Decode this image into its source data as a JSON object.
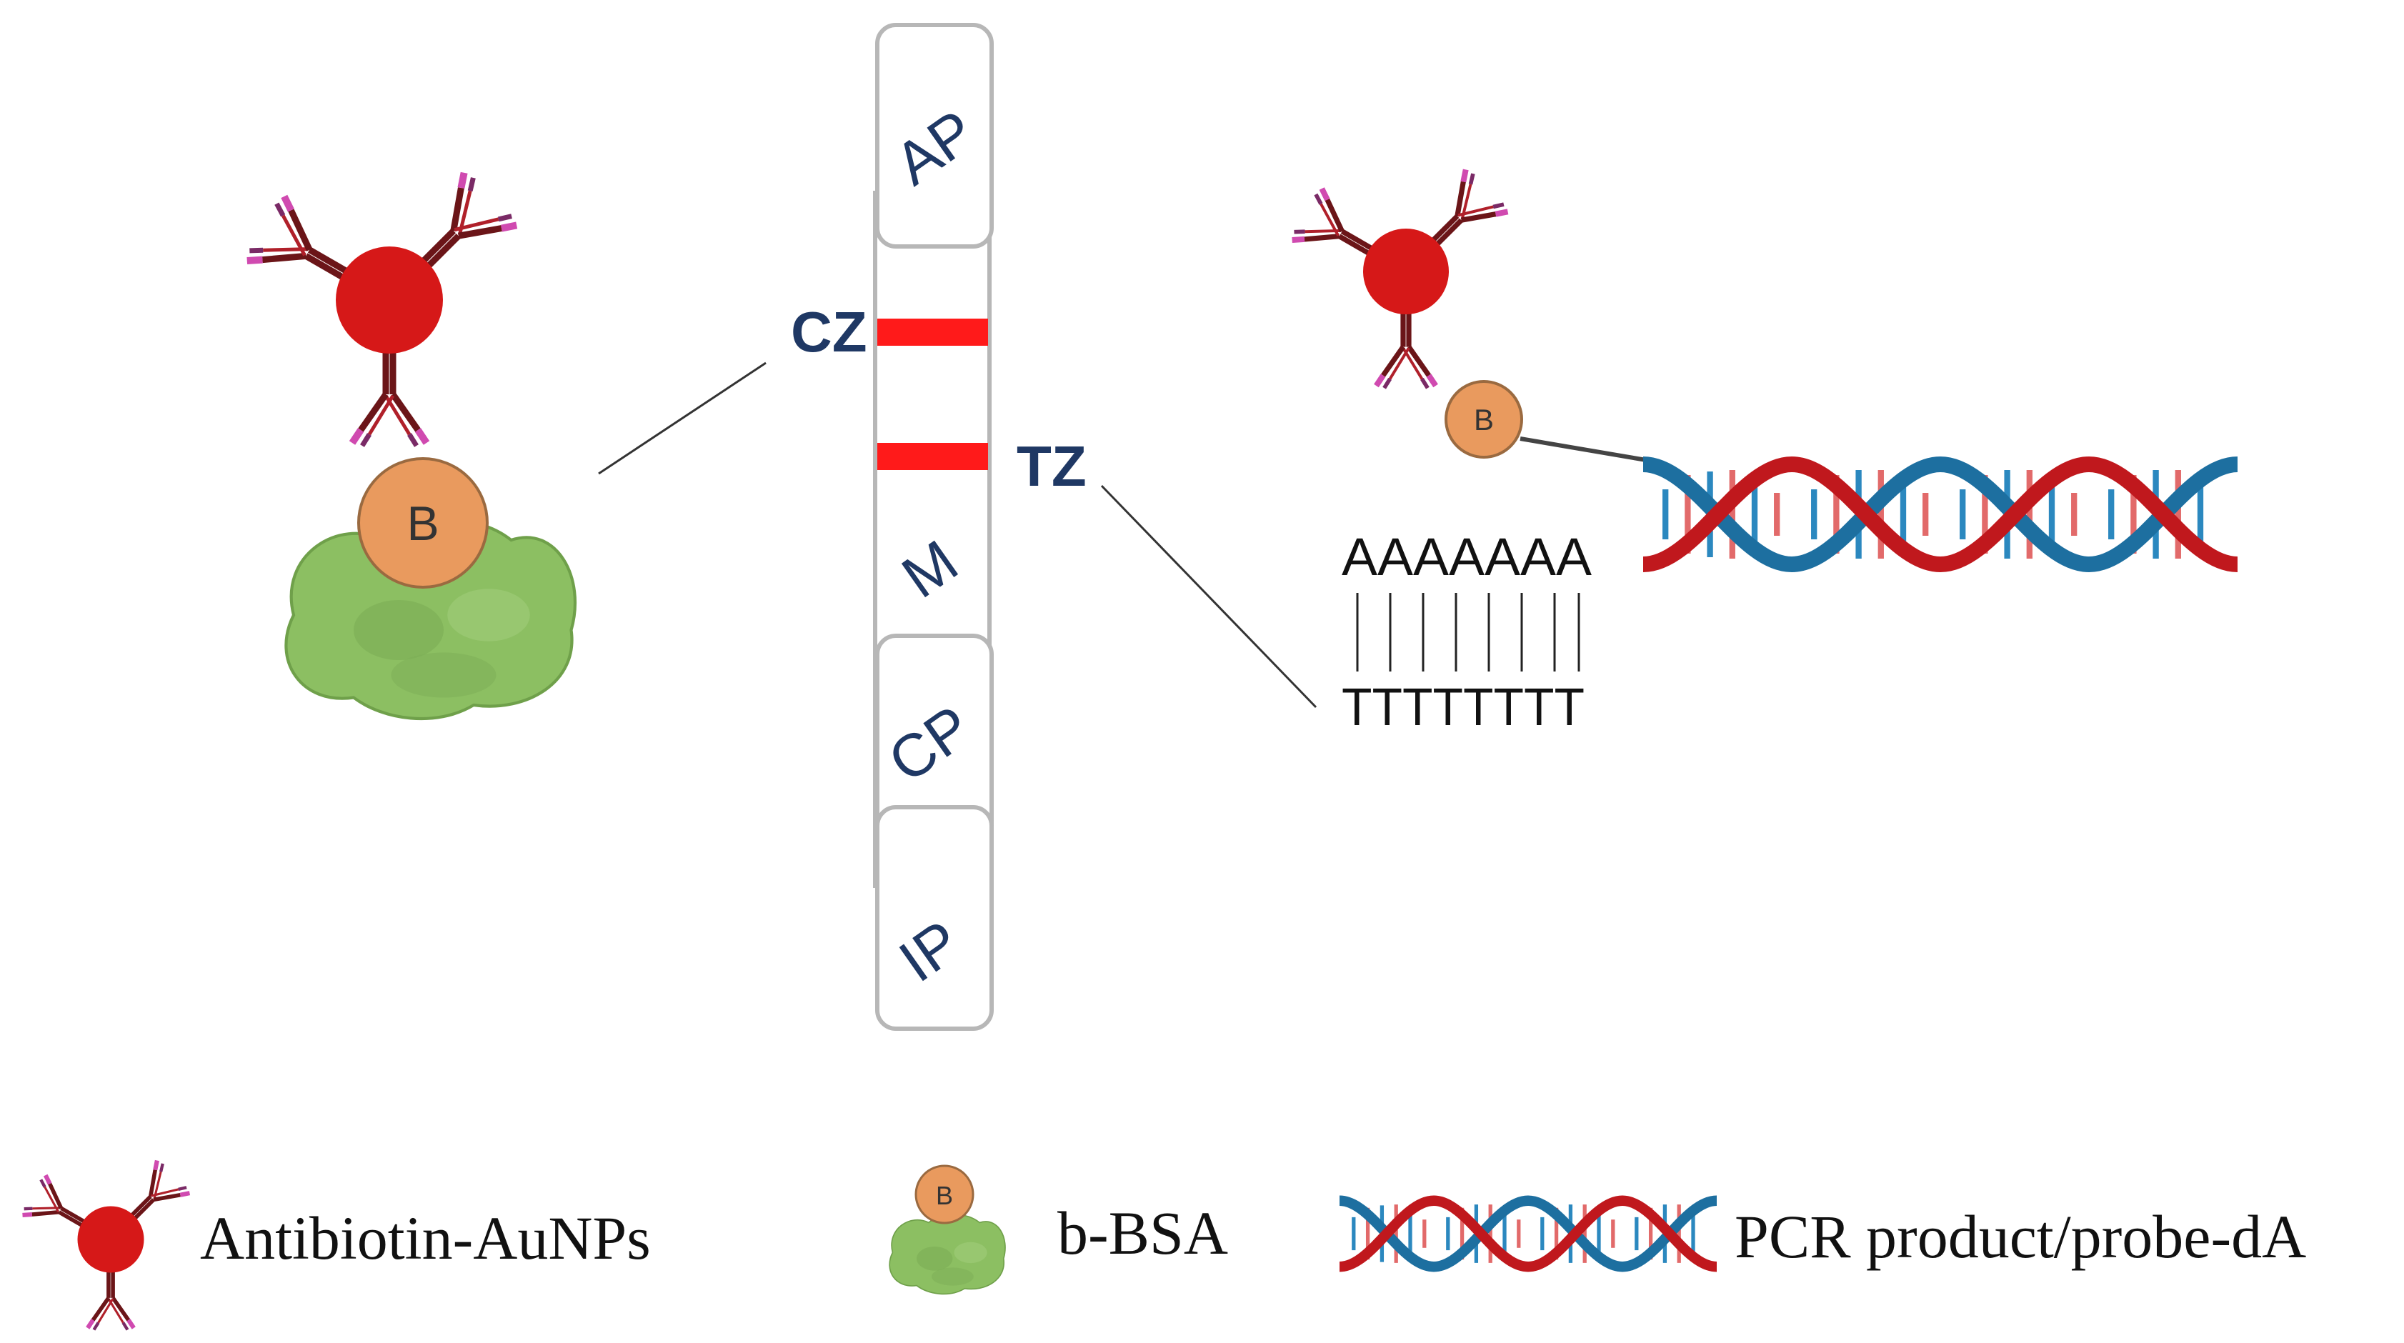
{
  "strip": {
    "pads": [
      "AP",
      "M",
      "CP",
      "IP"
    ],
    "zones": {
      "control": "CZ",
      "test": "TZ"
    },
    "line_color": "#ff1a1a"
  },
  "complex": {
    "biotin_label": "B"
  },
  "hybrid": {
    "top_sequence": "AAAAAAA",
    "bottom_sequence": "TTTTTTTT"
  },
  "legend": [
    {
      "label": "Antibiotin-AuNPs",
      "icon": "antibiotin-aunp-icon"
    },
    {
      "label": "b-BSA",
      "icon": "b-bsa-icon"
    },
    {
      "label": "PCR product/probe-dA",
      "icon": "dna-helix-icon"
    }
  ],
  "colors": {
    "gold_nanoparticle": "#d61818",
    "biotin": "#e99a5e",
    "bsa": "#8cbf62",
    "dna_red": "#c0181d",
    "dna_blue": "#1d6fa0",
    "label_navy": "#1f3864"
  }
}
